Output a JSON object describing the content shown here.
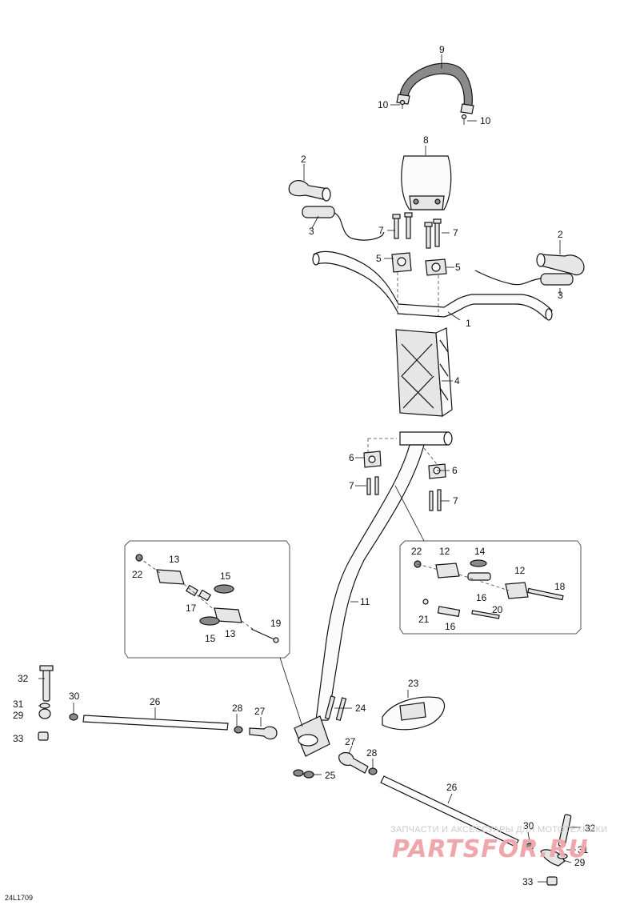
{
  "drawing_code": "24L1709",
  "watermark": {
    "line1": "ЗАПЧАСТИ И АКСЕССУАРЫ ДЛЯ МОТОТЕХНИКИ",
    "logo": "PARTSFOR.RU"
  },
  "callouts": [
    "1",
    "2",
    "2",
    "3",
    "3",
    "4",
    "5",
    "5",
    "6",
    "6",
    "7",
    "7",
    "7",
    "7",
    "8",
    "9",
    "10",
    "10",
    "11",
    "12",
    "12",
    "13",
    "13",
    "14",
    "15",
    "15",
    "16",
    "16",
    "17",
    "18",
    "19",
    "20",
    "21",
    "22",
    "22",
    "23",
    "24",
    "25",
    "26",
    "26",
    "27",
    "27",
    "28",
    "28",
    "29",
    "29",
    "30",
    "30",
    "31",
    "31",
    "32",
    "32",
    "33",
    "33"
  ],
  "colors": {
    "line": "#111111",
    "part_fill": "#e6e6e6",
    "watermark": "#f0a7ab"
  }
}
